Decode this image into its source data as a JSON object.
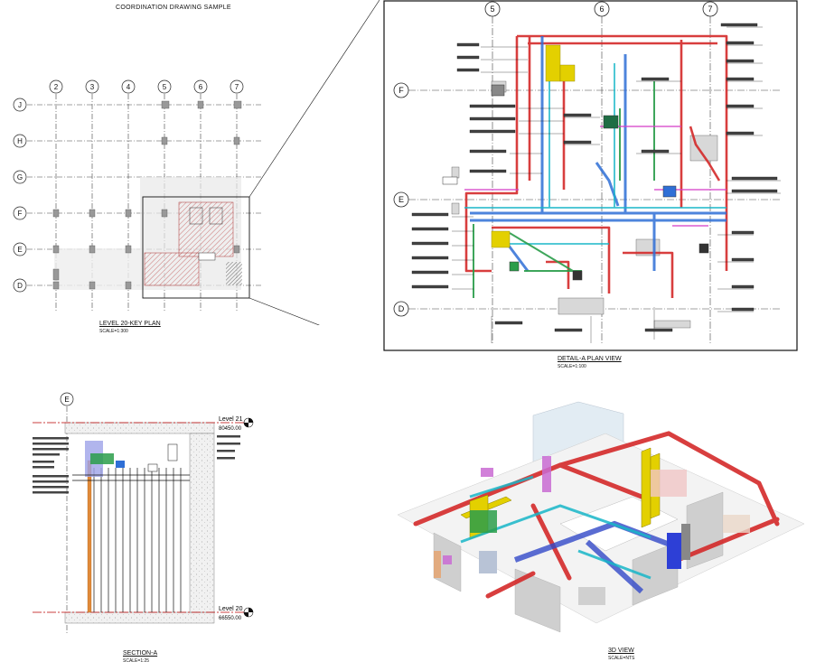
{
  "sheet": {
    "title": "COORDINATION DRAWING SAMPLE"
  },
  "key_plan": {
    "title": "LEVEL 20-KEY PLAN",
    "scale": "SCALE=1:300",
    "grid_columns": [
      "2",
      "3",
      "4",
      "5",
      "6",
      "7"
    ],
    "grid_rows": [
      "J",
      "H",
      "G",
      "F",
      "E",
      "D"
    ]
  },
  "detail_plan": {
    "title": "DETAIL-A PLAN VIEW",
    "scale": "SCALE=1:100",
    "grid_columns": [
      "5",
      "6",
      "7"
    ],
    "grid_rows": [
      "F",
      "E",
      "D"
    ]
  },
  "section": {
    "title": "SECTION-A",
    "scale": "SCALE=1:25",
    "grid": "E",
    "level_top_name": "Level 21",
    "level_top_elev": "80450.00",
    "level_bottom_name": "Level 20",
    "level_bottom_elev": "66550.00"
  },
  "iso_view": {
    "title": "3D VIEW",
    "scale": "SCALE=NTS"
  },
  "colors": {
    "fire": "#d42a2a",
    "chw": "#2f6fd6",
    "cable_tray": "#e3d000",
    "drain": "#2a9d4a",
    "magenta": "#d640c8",
    "cyan": "#18b6c8"
  }
}
